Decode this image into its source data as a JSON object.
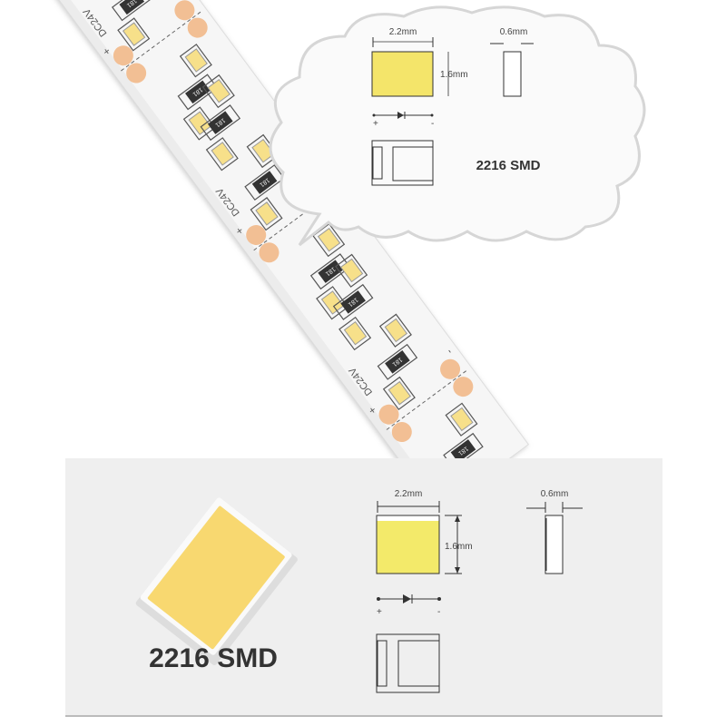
{
  "callout": {
    "width_label": "2.2mm",
    "height_label": "1.6mm",
    "thickness_label": "0.6mm",
    "plus_label": "+",
    "minus_label": "-",
    "model_label": "2216 SMD"
  },
  "strip": {
    "voltage_label": "DC24V",
    "resistor_label": "181",
    "plus_label": "+",
    "minus_label": "-"
  },
  "panel": {
    "model_label": "2216 SMD",
    "width_label": "2.2mm",
    "height_label": "1.6mm",
    "thickness_label": "0.6mm",
    "plus_label": "+",
    "minus_label": "-"
  },
  "colors": {
    "led_yellow": "#f4e56a",
    "led_warm": "#f8d870",
    "pad_orange": "#f2b98a",
    "panel_bg": "#efefef"
  }
}
